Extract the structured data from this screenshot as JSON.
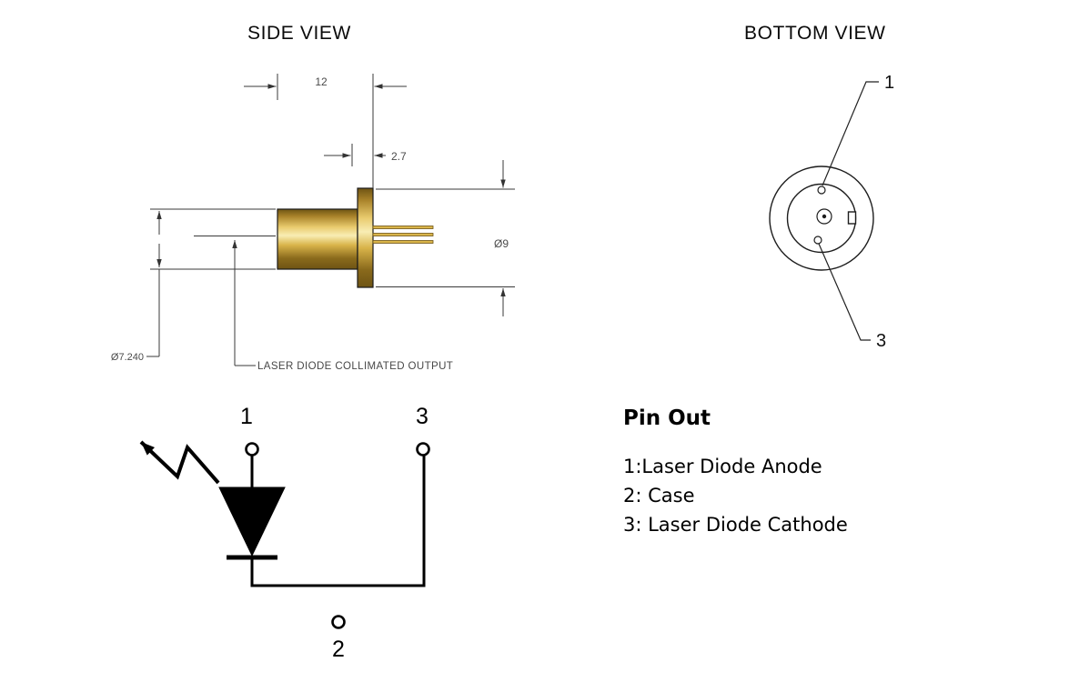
{
  "side_view": {
    "title": "SIDE VIEW",
    "dims": {
      "length": "12",
      "pin_section": "2.7",
      "flange_diameter": "Ø9",
      "body_diameter": "Ø7.240"
    },
    "output_label": "LASER DIODE COLLIMATED OUTPUT"
  },
  "bottom_view": {
    "title": "BOTTOM VIEW",
    "pin1": "1",
    "pin3": "3"
  },
  "schematic": {
    "pin1": "1",
    "pin2": "2",
    "pin3": "3"
  },
  "pinout": {
    "heading": "Pin Out",
    "items": [
      "1:Laser Diode Anode",
      "2: Case",
      "3: Laser Diode Cathode"
    ]
  },
  "colors": {
    "gold_dark": "#6e5414",
    "gold_deep": "#a9832a",
    "gold_light": "#e9cb6e",
    "gold_highlight": "#f8edb4",
    "gold_mid": "#d9b44a",
    "gold_shadow": "#8a6a1c"
  }
}
